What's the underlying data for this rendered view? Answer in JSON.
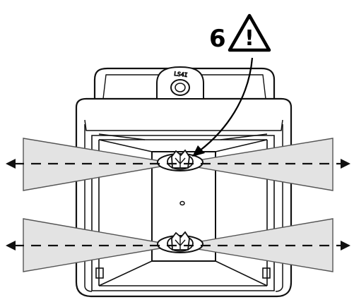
{
  "callout": {
    "number": "6",
    "warning_mark": "!",
    "icon": "warning-triangle-icon"
  },
  "device": {
    "embossed_label": "LS4I"
  },
  "indicators": {
    "beam_icon": "light-beam-cone",
    "arrow_style": "dashed-double-headed"
  }
}
